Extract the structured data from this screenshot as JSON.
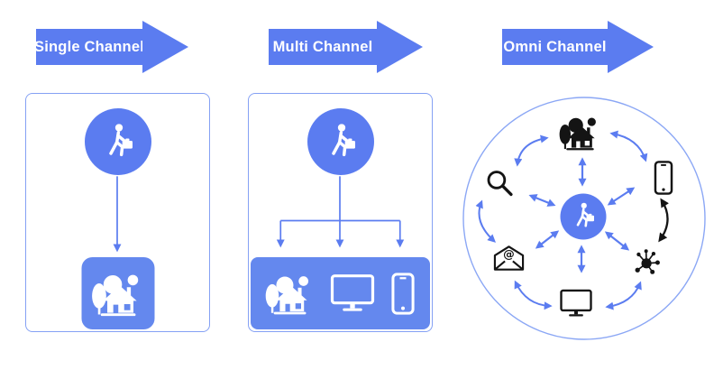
{
  "colors": {
    "accent_blue": "#5B7CF0",
    "fill_blue": "#6488EE",
    "panel_border_blue": "#85A1F4",
    "omni_ring_blue": "#8BA7F5",
    "icon_black": "#141414",
    "icon_white": "#FFFFFF",
    "background": "#FFFFFF"
  },
  "headers": [
    {
      "label": "Single Channel"
    },
    {
      "label": "Multi Channel"
    },
    {
      "label": "Omni Channel"
    }
  ],
  "panels": {
    "single": {
      "center_icon": "person-with-briefcase",
      "channel_icons": [
        "storefront-house"
      ]
    },
    "multi": {
      "center_icon": "person-with-briefcase",
      "channel_icons": [
        "storefront-house",
        "desktop-monitor",
        "smartphone"
      ]
    },
    "omni": {
      "center_icon": "person-with-briefcase",
      "outer_icons": [
        "storefront-house",
        "smartphone",
        "network-hub",
        "desktop-monitor",
        "email-envelope",
        "search-magnifier"
      ],
      "arrow_styles": [
        "blue-bidirectional",
        "black-bidirectional-phone-to-hub"
      ]
    }
  },
  "icons": {
    "email_at_glyph": "@"
  }
}
